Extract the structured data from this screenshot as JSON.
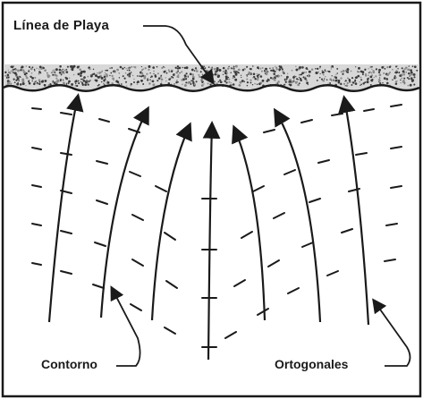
{
  "labels": {
    "shoreline": "Línea de Playa",
    "contour": "Contorno",
    "orthogonals": "Ortogonales"
  },
  "colors": {
    "ink": "#1a1a1a",
    "background": "#ffffff",
    "sand": "#7a7a7a"
  }
}
